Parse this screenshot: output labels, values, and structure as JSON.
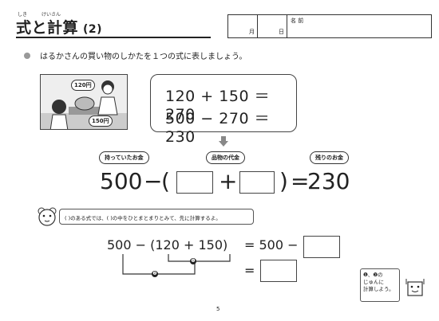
{
  "title": {
    "main": "式と計算",
    "paren": "(2)",
    "ruby_shiki": "しき",
    "ruby_keisan": "けいさん"
  },
  "namebox": {
    "month": "月",
    "day": "日",
    "name": "名 前"
  },
  "instruction": "はるかさんの買い物のしかたを１つの式に表しましょう。",
  "scene": {
    "price1": "120円",
    "price2": "150円"
  },
  "equations": {
    "line1": "120 + 150 ＝ 270",
    "line2": "500 − 270 ＝ 230"
  },
  "formula": {
    "tag_money": "持っていたお金",
    "tag_price": "品物の代金",
    "tag_change": "残りのお金",
    "num1": "500",
    "minus": "−",
    "lparen": "(",
    "plus": "+",
    "rparen": ")",
    "equals": "=",
    "result": "230"
  },
  "tip": "( )のある式では、( )の中をひとまとまりとみて、先に計算するよ。",
  "calc": {
    "line1_left": "500 − (120 + 150)",
    "line1_eq": "= 500 −",
    "line2_eq": "=",
    "mark1": "❶",
    "mark2": "❷"
  },
  "note": {
    "line1": "❶、❷の",
    "line2": "じゅんに",
    "line3": "計算しよう。"
  },
  "page_number": "5"
}
